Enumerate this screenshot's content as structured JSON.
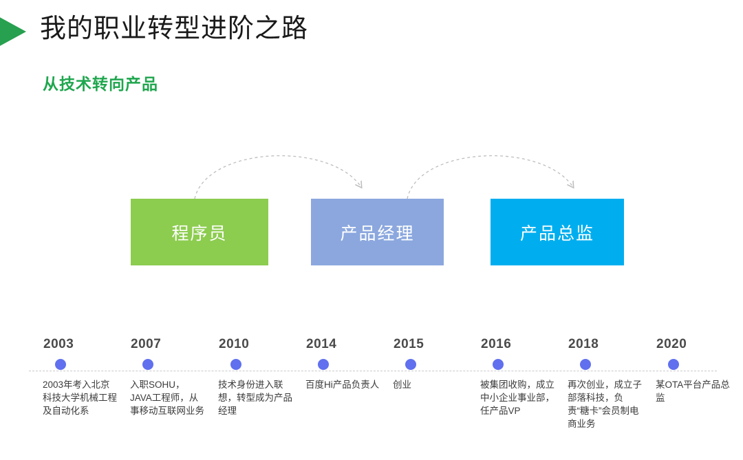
{
  "header": {
    "marker_icon": "green-triangle-bullet-icon",
    "title": "我的职业转型进阶之路",
    "subtitle": "从技术转向产品",
    "subtitle_color": "#1FA64E",
    "marker_color": "#27A04F"
  },
  "roles": [
    {
      "label": "程序员",
      "color": "#8CCC4F"
    },
    {
      "label": "产品经理",
      "color": "#8BA7DE"
    },
    {
      "label": "产品总监",
      "color": "#00AEEF"
    }
  ],
  "arrows": [
    {
      "from": "程序员",
      "to": "产品经理",
      "style": "dashed-curved-arrow",
      "color": "#bdbdbd"
    },
    {
      "from": "产品经理",
      "to": "产品总监",
      "style": "dashed-curved-arrow",
      "color": "#bdbdbd"
    }
  ],
  "timeline": {
    "line_style": "dashed",
    "line_color": "#c9c9cf",
    "dot_color": "#6070EE",
    "items": [
      {
        "year": "2003",
        "desc": "2003年考入北京科技大学机械工程及自动化系"
      },
      {
        "year": "2007",
        "desc": "入职SOHU，JAVA工程师，从事移动互联网业务"
      },
      {
        "year": "2010",
        "desc": "技术身份进入联想，转型成为产品经理"
      },
      {
        "year": "2014",
        "desc": "百度Hi产品负责人"
      },
      {
        "year": "2015",
        "desc": "创业"
      },
      {
        "year": "2016",
        "desc": "被集团收购，成立中小企业事业部，任产品VP"
      },
      {
        "year": "2018",
        "desc": "再次创业，成立子部落科技，负责“糖卡”会员制电商业务"
      },
      {
        "year": "2020",
        "desc": "某OTA平台产品总监"
      }
    ]
  }
}
